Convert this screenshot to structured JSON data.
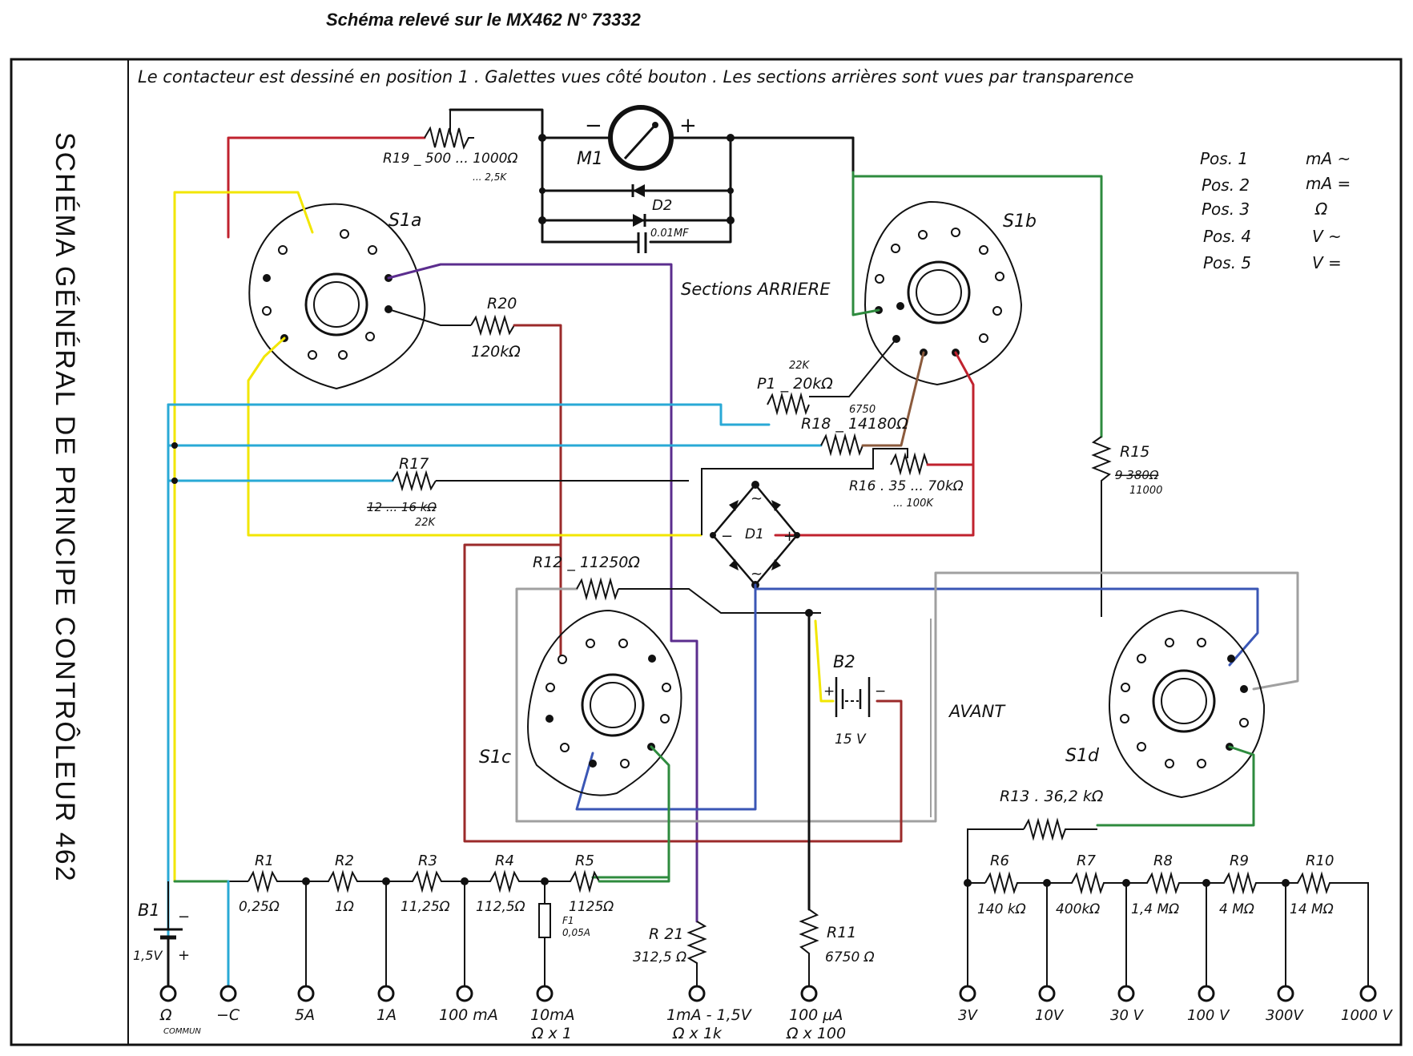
{
  "header": {
    "title": "Schéma relevé sur le MX462 N° 73332",
    "note": "Le contacteur  est dessiné  en position 1 . Galettes vues côté bouton . Les sections arrières sont vues  par transparence",
    "vertical_title": "SCHÉMA GÉNÉRAL DE PRINCIPE CONTRÔLEUR 462"
  },
  "legend": {
    "positions": [
      {
        "pos": "Pos. 1",
        "mode": "mA ~"
      },
      {
        "pos": "Pos. 2",
        "mode": "mA ="
      },
      {
        "pos": "Pos. 3",
        "mode": "Ω"
      },
      {
        "pos": "Pos. 4",
        "mode": "V ~"
      },
      {
        "pos": "Pos. 5",
        "mode": "V ="
      }
    ]
  },
  "sections": {
    "rear_label": "Sections ARRIERE",
    "front_label": "AVANT",
    "switches": {
      "s1a": "S1a",
      "s1b": "S1b",
      "s1c": "S1c",
      "s1d": "S1d"
    }
  },
  "meter": {
    "label": "M1",
    "minus": "−",
    "plus": "+",
    "diode_label": "D2",
    "capacitor": "0.01MF"
  },
  "components": {
    "r19": {
      "label": "R19 _ 500 ... 1000Ω",
      "note": "... 2,5K"
    },
    "r20": {
      "label": "R20",
      "value": "120kΩ"
    },
    "p1": {
      "label": "P1 _ 20kΩ",
      "note": "22K"
    },
    "r18": {
      "label": "R18 _ 14180Ω",
      "note": "6750"
    },
    "r16": {
      "label": "R16 . 35 ... 70kΩ",
      "note": "... 100K"
    },
    "r17": {
      "label": "R17",
      "value": "12 ... 16 kΩ",
      "note": "22K"
    },
    "r15": {
      "label": "R15",
      "value": "9 380Ω",
      "note": "11000"
    },
    "d1": {
      "label": "D1",
      "ac1": "~",
      "ac2": "~",
      "minus": "−",
      "plus": "+"
    },
    "r12": {
      "label": "R12 _ 11250Ω"
    },
    "b2": {
      "label": "B2",
      "value": "15 V",
      "plus": "+",
      "minus": "−"
    },
    "r13": {
      "label": "R13 . 36,2 kΩ"
    },
    "b1": {
      "label": "B1",
      "value": "1,5V",
      "plus": "+",
      "minus": "−"
    },
    "r21": {
      "label": "R 21",
      "value": "312,5 Ω"
    },
    "r11": {
      "label": "R11",
      "value": "6750 Ω"
    },
    "f1": {
      "label": "F1",
      "value": "0,05A"
    }
  },
  "current_shunts": [
    {
      "label": "R1",
      "value": "0,25Ω"
    },
    {
      "label": "R2",
      "value": "1Ω"
    },
    {
      "label": "R3",
      "value": "11,25Ω"
    },
    {
      "label": "R4",
      "value": "112,5Ω"
    },
    {
      "label": "R5",
      "value": "1125Ω"
    }
  ],
  "voltage_multipliers": [
    {
      "label": "R6",
      "value": "140 kΩ"
    },
    {
      "label": "R7",
      "value": "400kΩ"
    },
    {
      "label": "R8",
      "value": "1,4 MΩ"
    },
    {
      "label": "R9",
      "value": "4 MΩ"
    },
    {
      "label": "R10",
      "value": "14 MΩ"
    }
  ],
  "terminals_left": [
    {
      "label": "Ω",
      "sub": "COMMUN"
    },
    {
      "label": "−C",
      "sub": ""
    },
    {
      "label": "5A",
      "sub": ""
    },
    {
      "label": "1A",
      "sub": ""
    },
    {
      "label": "100 mA",
      "sub": ""
    },
    {
      "label": "10mA",
      "sub": "Ω x 1"
    },
    {
      "label": "1mA - 1,5V",
      "sub": "Ω x 1k"
    },
    {
      "label": "100 μA",
      "sub": "Ω x 100"
    }
  ],
  "terminals_right": [
    {
      "label": "3V"
    },
    {
      "label": "10V"
    },
    {
      "label": "30 V"
    },
    {
      "label": "100 V"
    },
    {
      "label": "300V"
    },
    {
      "label": "1000 V"
    }
  ],
  "wire_colors": {
    "red": "#c0222e",
    "dark_red": "#9b2a2a",
    "yellow": "#f2e600",
    "cyan": "#29a9d6",
    "purple": "#5b2d8e",
    "green": "#2e8b3e",
    "blue": "#3a56b5",
    "brown": "#8b5a3c",
    "gray": "#a0a0a0"
  }
}
